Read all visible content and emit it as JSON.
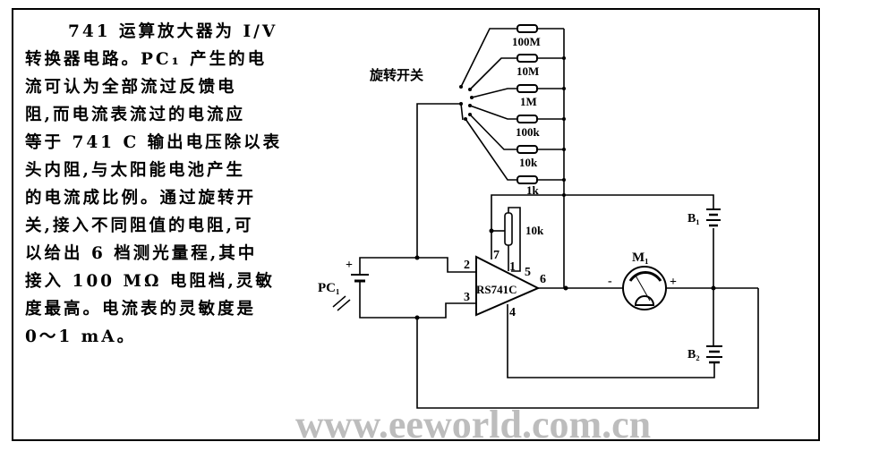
{
  "description_lines": [
    "741 运算放大器为 I/V",
    "转换器电路。PC₁ 产生的电",
    "流可认为全部流过反馈电",
    "阻,而电流表流过的电流应",
    "等于 741 C 输出电压除以表",
    "头内阻,与太阳能电池产生",
    "的电流成比例。通过旋转开",
    "关,接入不同阻值的电阻,可",
    "以给出 6 档测光量程,其中",
    "接入 100 MΩ 电阻档,灵敏",
    "度最高。电流表的灵敏度是",
    "0～1 mA。"
  ],
  "circuit": {
    "switch_label": "旋转开关",
    "resistors": [
      "100M",
      "10M",
      "1M",
      "100k",
      "10k",
      "1k"
    ],
    "pot_label": "10k",
    "opamp_label": "RS741C",
    "pins": {
      "p2": "2",
      "p3": "3",
      "p7": "7",
      "p1": "1",
      "p5": "5",
      "p6": "6",
      "p4": "4"
    },
    "photocell_label": "PC₁",
    "meter_label": "M₁",
    "battery1_label": "B₁",
    "battery2_label": "B₂",
    "plus": "+",
    "minus": "-"
  },
  "watermark": "www.eeworld.com.cn"
}
